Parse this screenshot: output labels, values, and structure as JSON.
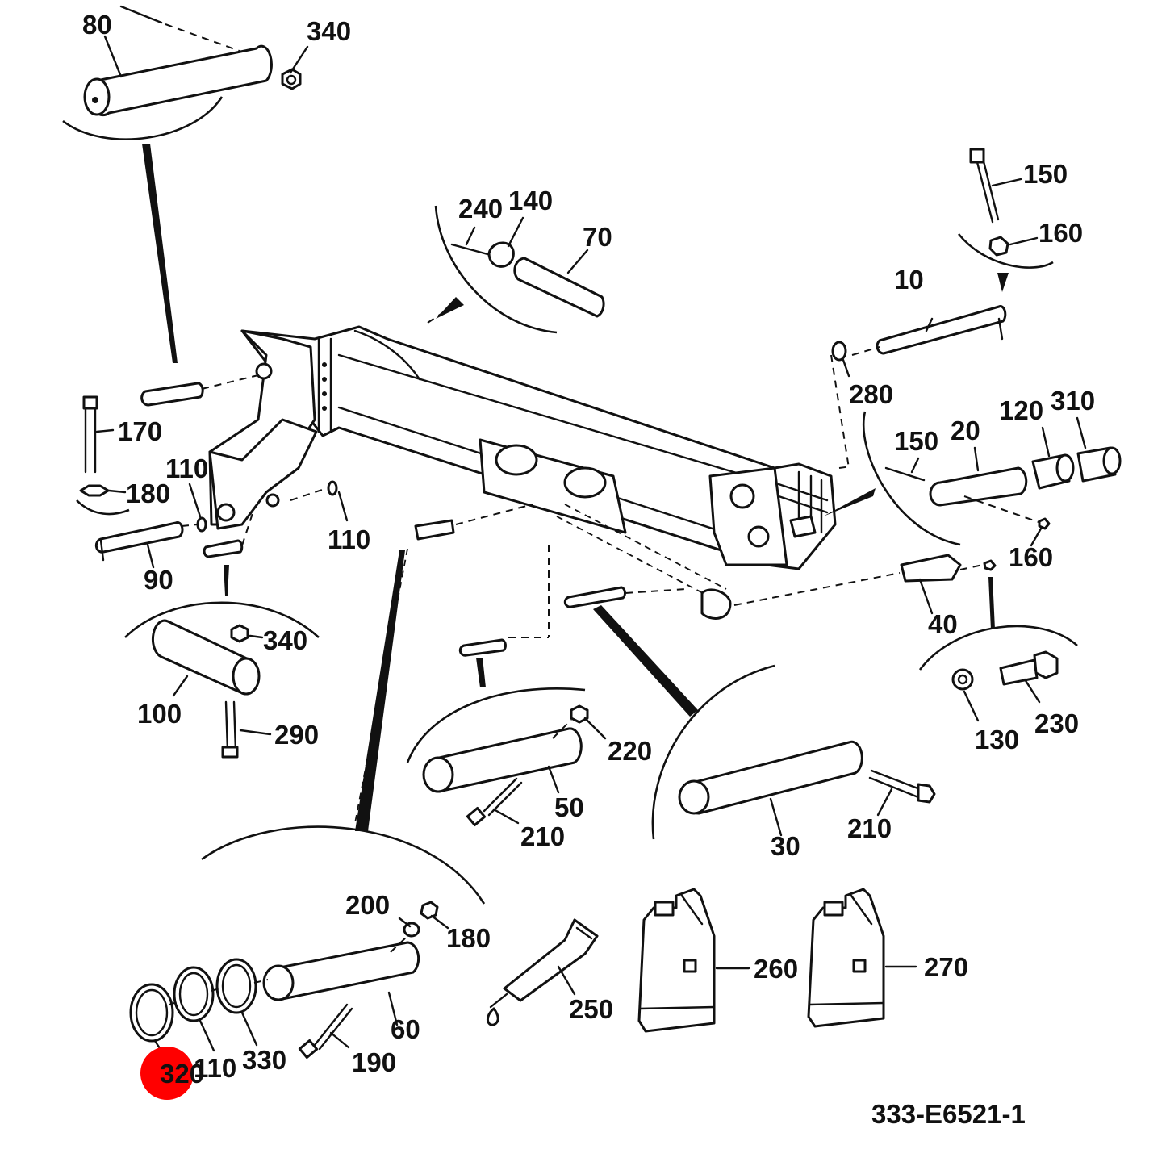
{
  "drawing_number": "333-E6521-1",
  "highlight_color": "#ff0000",
  "callouts": [
    {
      "id": "c80",
      "text": "80"
    },
    {
      "id": "c340a",
      "text": "340"
    },
    {
      "id": "c240",
      "text": "240"
    },
    {
      "id": "c140",
      "text": "140"
    },
    {
      "id": "c70",
      "text": "70"
    },
    {
      "id": "c150a",
      "text": "150"
    },
    {
      "id": "c160a",
      "text": "160"
    },
    {
      "id": "c10",
      "text": "10"
    },
    {
      "id": "c280",
      "text": "280"
    },
    {
      "id": "c120",
      "text": "120"
    },
    {
      "id": "c310",
      "text": "310"
    },
    {
      "id": "c150b",
      "text": "150"
    },
    {
      "id": "c20",
      "text": "20"
    },
    {
      "id": "c160b",
      "text": "160"
    },
    {
      "id": "c170",
      "text": "170"
    },
    {
      "id": "c110a",
      "text": "110"
    },
    {
      "id": "c180a",
      "text": "180"
    },
    {
      "id": "c110b",
      "text": "110"
    },
    {
      "id": "c90",
      "text": "90"
    },
    {
      "id": "c340b",
      "text": "340"
    },
    {
      "id": "c100",
      "text": "100"
    },
    {
      "id": "c290",
      "text": "290"
    },
    {
      "id": "c40",
      "text": "40"
    },
    {
      "id": "c130",
      "text": "130"
    },
    {
      "id": "c230",
      "text": "230"
    },
    {
      "id": "c220",
      "text": "220"
    },
    {
      "id": "c50",
      "text": "50"
    },
    {
      "id": "c210a",
      "text": "210"
    },
    {
      "id": "c30",
      "text": "30"
    },
    {
      "id": "c210b",
      "text": "210"
    },
    {
      "id": "c200",
      "text": "200"
    },
    {
      "id": "c180b",
      "text": "180"
    },
    {
      "id": "c60",
      "text": "60"
    },
    {
      "id": "c190",
      "text": "190"
    },
    {
      "id": "c250",
      "text": "250"
    },
    {
      "id": "c260",
      "text": "260"
    },
    {
      "id": "c270",
      "text": "270"
    },
    {
      "id": "c320",
      "text": "320"
    },
    {
      "id": "c110c",
      "text": "110"
    },
    {
      "id": "c330",
      "text": "330"
    }
  ]
}
